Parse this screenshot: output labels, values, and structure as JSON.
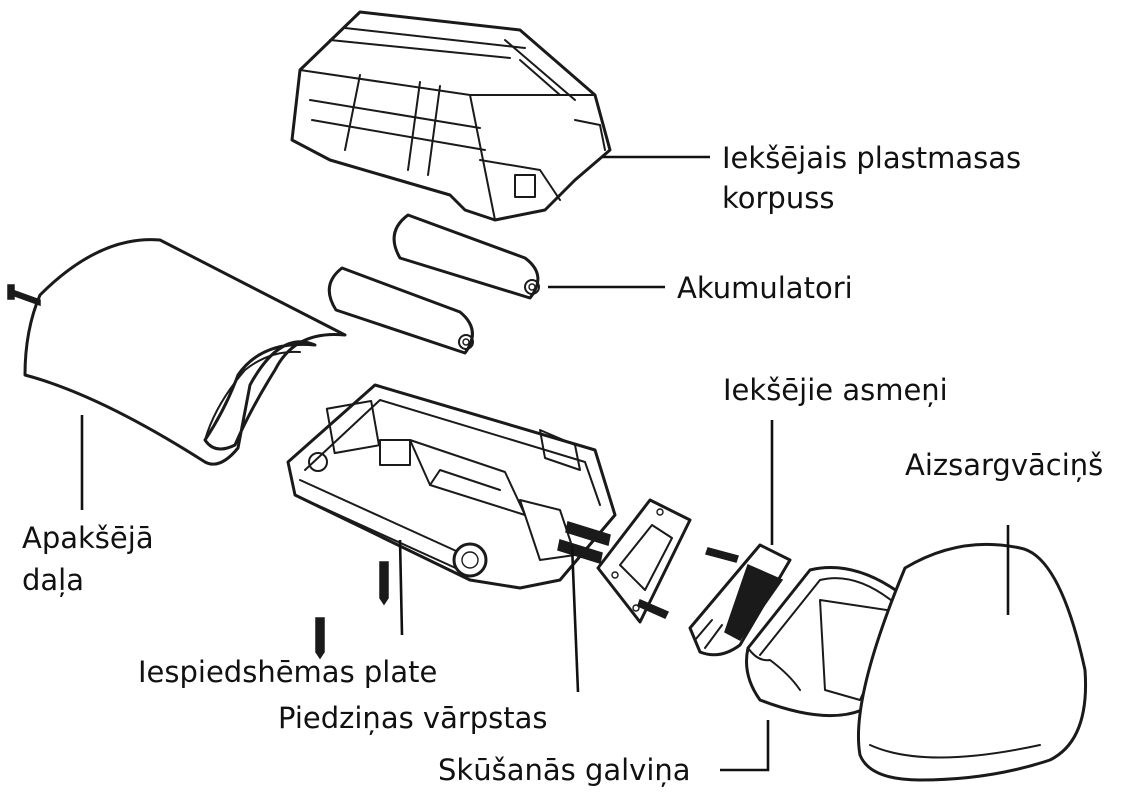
{
  "labels": {
    "inner_housing_line1": "Iekšējais plastmasas",
    "inner_housing_line2": "korpuss",
    "batteries": "Akumulatori",
    "inner_blades": "Iekšējie asmeņi",
    "protective_cap": "Aizsargvāciņš",
    "bottom_part_line1": "Apakšējā",
    "bottom_part_line2": "daļa",
    "circuit_board": "Iespiedshēmas plate",
    "drive_shafts": "Piedziņas vārpstas",
    "shaving_head": "Skūšanās galviņa"
  }
}
